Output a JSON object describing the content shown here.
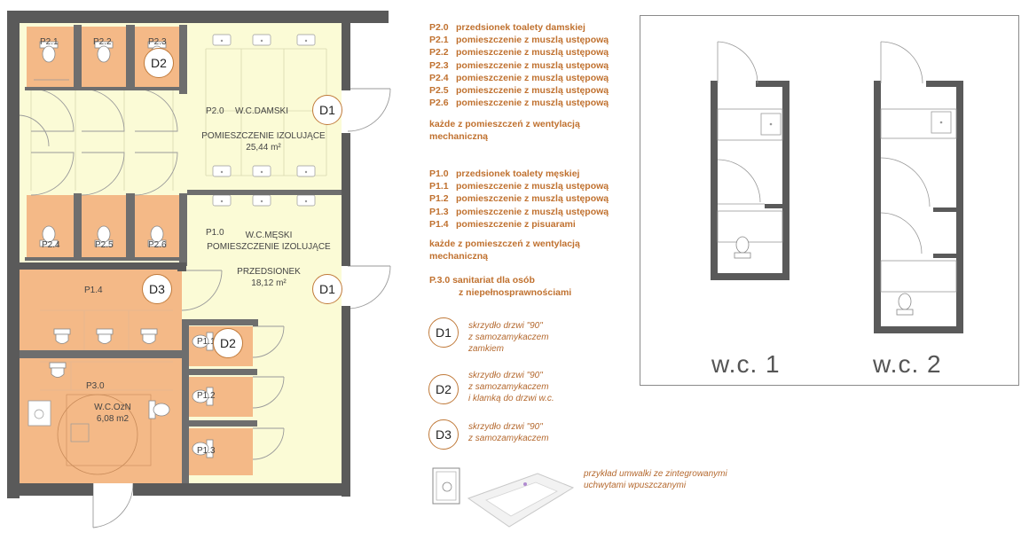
{
  "plan": {
    "room_labels": [
      {
        "key": "p21",
        "text": "P2.1"
      },
      {
        "key": "p22",
        "text": "P2.2"
      },
      {
        "key": "p23",
        "text": "P2.3"
      },
      {
        "key": "p24",
        "text": "P2.4"
      },
      {
        "key": "p25",
        "text": "P2.5"
      },
      {
        "key": "p26",
        "text": "P2.6"
      },
      {
        "key": "p14",
        "text": "P1.4"
      },
      {
        "key": "p30",
        "text": "P3.0"
      },
      {
        "key": "p11",
        "text": "P1.1"
      },
      {
        "key": "p12",
        "text": "P1.2"
      },
      {
        "key": "p13",
        "text": "P1.3"
      }
    ],
    "damski": {
      "code": "P2.0",
      "name": "W.C.DAMSKI",
      "sub": "POMIESZCZENIE IZOLUJĄCE",
      "area": "25,44 m²"
    },
    "meski": {
      "code": "P1.0",
      "name": "W.C.MĘSKI",
      "sub": "POMIESZCZENIE IZOLUJĄCE",
      "prz": "PRZEDSIONEK",
      "area": "18,12 m²"
    },
    "ozn": {
      "name": "W.C.OzN",
      "area": "6,08 m2"
    },
    "door_badges": [
      "D2",
      "D1",
      "D1",
      "D3",
      "D2"
    ]
  },
  "legend": {
    "women": [
      {
        "code": "P2.0",
        "text": "przedsionek toalety damskiej"
      },
      {
        "code": "P2.1",
        "text": "pomieszczenie z muszlą ustępową"
      },
      {
        "code": "P2.2",
        "text": "pomieszczenie z muszlą ustępową"
      },
      {
        "code": "P2.3",
        "text": "pomieszczenie z muszlą ustępową"
      },
      {
        "code": "P2.4",
        "text": "pomieszczenie z muszlą ustępową"
      },
      {
        "code": "P2.5",
        "text": "pomieszczenie z muszlą ustępową"
      },
      {
        "code": "P2.6",
        "text": "pomieszczenie z muszlą ustępową"
      }
    ],
    "women_note": [
      "każde z pomieszczeń z wentylacją",
      "mechaniczną"
    ],
    "men": [
      {
        "code": "P1.0",
        "text": "przedsionek toalety męskiej"
      },
      {
        "code": "P1.1",
        "text": "pomieszczenie z muszlą ustępową"
      },
      {
        "code": "P1.2",
        "text": "pomieszczenie z muszlą ustępową"
      },
      {
        "code": "P1.3",
        "text": "pomieszczenie z muszlą ustępową"
      },
      {
        "code": "P1.4",
        "text": "pomieszczenie z pisuarami"
      }
    ],
    "men_note": [
      "każde z pomieszczeń z wentylacją",
      "mechaniczną"
    ],
    "p30": [
      "P.3.0  sanitariat dla osób",
      "z niepełnosprawnościami"
    ]
  },
  "doors": [
    {
      "code": "D1",
      "lines": [
        "skrzydło drzwi \"90\"",
        "z samozamykaczem",
        "zamkiem"
      ]
    },
    {
      "code": "D2",
      "lines": [
        "skrzydło drzwi \"90\"",
        "z samozamykaczem",
        "i klamką do drzwi w.c."
      ]
    },
    {
      "code": "D3",
      "lines": [
        "skrzydło drzwi \"90\"",
        "z samozamykaczem"
      ]
    }
  ],
  "sink_note": [
    "przykład umwalki ze zintegrowanymi",
    "uchwytami wpuszczanymi"
  ],
  "wc": {
    "wc1": "w.c. 1",
    "wc2": "w.c. 2"
  },
  "colors": {
    "orange": "#f4b987",
    "cream": "#fbfbd6",
    "wall": "#606060",
    "text": "#c0712f"
  }
}
